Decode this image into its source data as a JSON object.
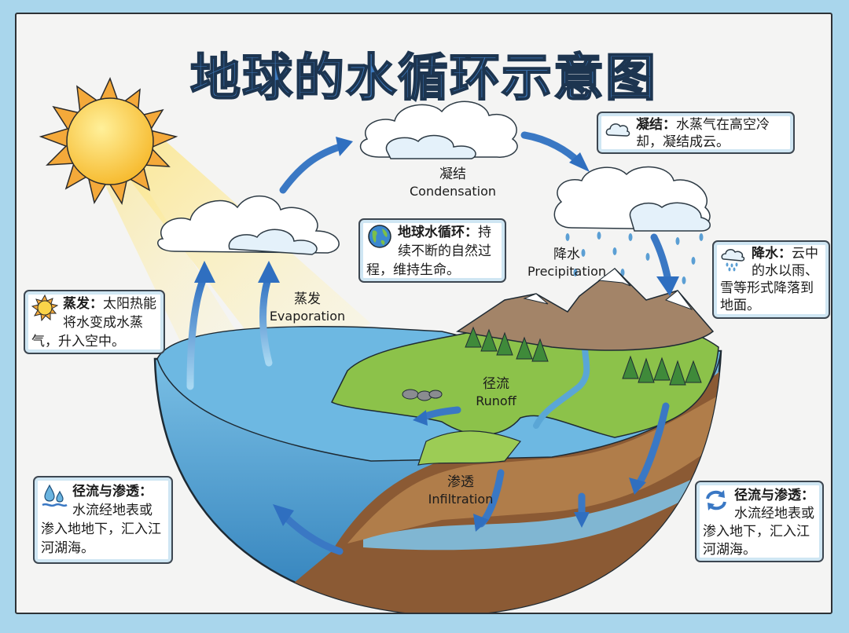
{
  "title": "地球的水循环示意图",
  "stages": {
    "condensation": {
      "zh": "凝结",
      "en": "Condensation"
    },
    "precipitation": {
      "zh": "降水",
      "en": "Precipitation"
    },
    "evaporation": {
      "zh": "蒸发",
      "en": "Evaporation"
    },
    "runoff": {
      "zh": "径流",
      "en": "Runoff"
    },
    "infiltration": {
      "zh": "渗透",
      "en": "Infiltration"
    }
  },
  "info_boxes": {
    "condensation": {
      "icon": "cloud-icon",
      "heading": "凝结：",
      "text": "水蒸气在高空冷却，凝结成云。"
    },
    "earth_cycle": {
      "icon": "globe-icon",
      "heading": "地球水循环：",
      "text": "持续不断的自然过程，维持生命。"
    },
    "precipitation": {
      "icon": "rain-cloud-icon",
      "heading": "降水：",
      "text": "云中的水以雨、雪等形式降落到地面。"
    },
    "evaporation": {
      "icon": "sun-icon",
      "heading": "蒸发：",
      "text": "太阳热能将水变成水蒸气，升入空中。"
    },
    "runoff_left": {
      "icon": "water-drops-icon",
      "heading": "径流与渗透：",
      "text": "水流经地表或渗入地地下，汇入江河湖海。"
    },
    "runoff_right": {
      "icon": "cycle-arrows-icon",
      "heading": "径流与渗透：",
      "text": "水流经地表或渗入地下，汇入江河湖海。"
    }
  },
  "colors": {
    "background": "#a9d6ec",
    "title": "#3f7cc0",
    "arrow": "#3a78c4",
    "water": "#5aa6d6",
    "land": "#8cc24a",
    "soil": "#8b5a34",
    "sun": "#f7c531"
  }
}
